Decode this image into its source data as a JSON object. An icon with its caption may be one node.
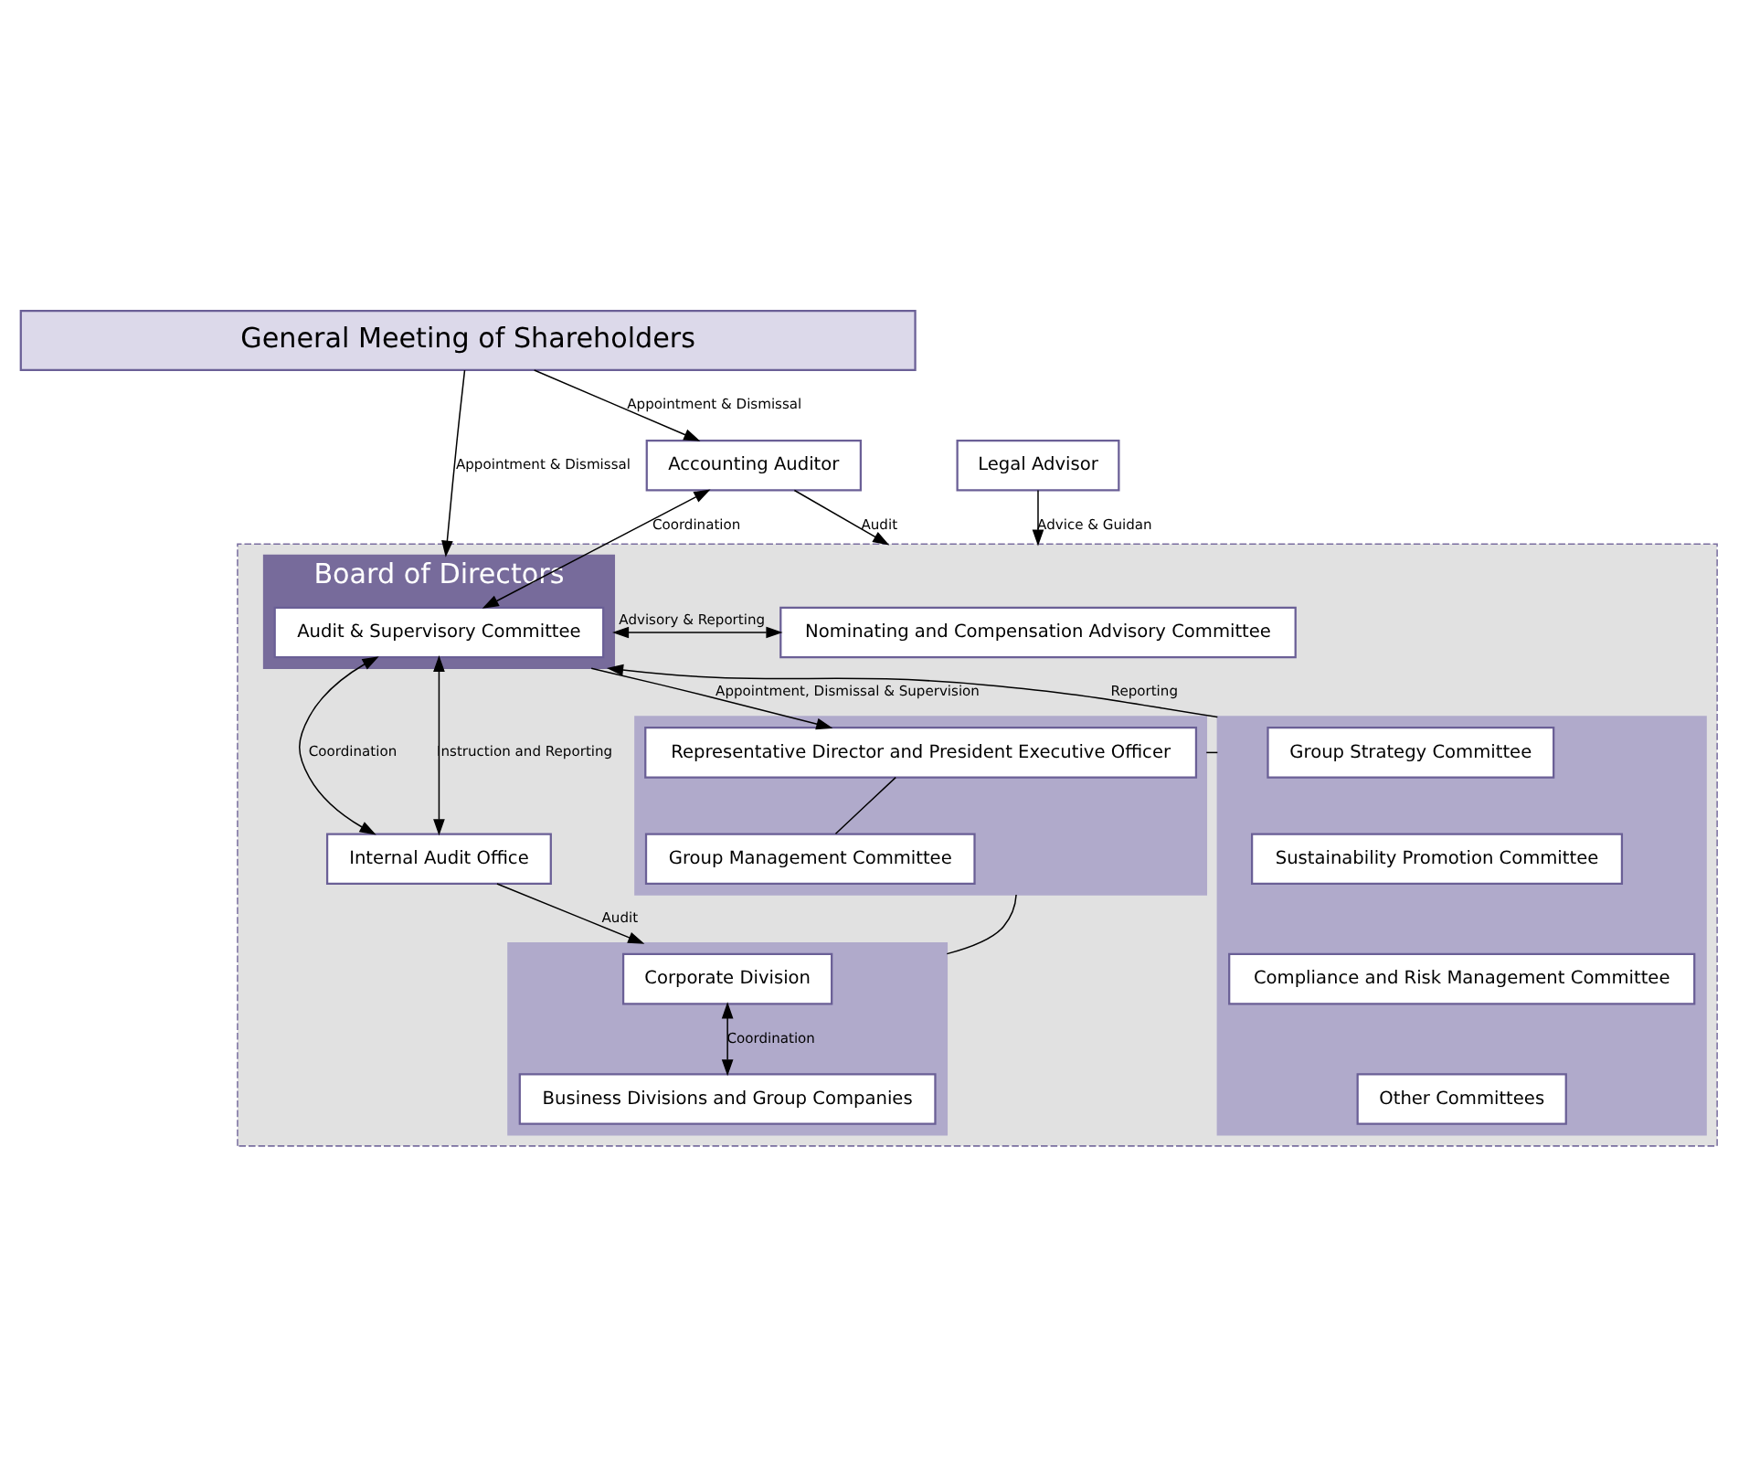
{
  "diagram": {
    "nodes": [
      {
        "text": [
          "General Meeting of Shareholders"
        ]
      },
      {
        "text": [
          "Accounting Auditor"
        ]
      },
      {
        "text": [
          "Legal Advisor"
        ]
      },
      {
        "text": [],
        "shape": "box"
      },
      {
        "text": [
          "Board of Directors"
        ],
        "in": 3
      },
      {
        "text": [
          "Audit & Supervisory Committee"
        ],
        "in": 4
      },
      {
        "text": [
          "Nominating and Compensation Advisory Committee"
        ],
        "in": 3
      },
      {
        "text": [],
        "shape": "box",
        "in": 3
      },
      {
        "text": [
          "Representative Director and President Executive Officer"
        ],
        "in": 7
      },
      {
        "text": [
          "Group Management Committee"
        ],
        "in": 7
      },
      {
        "text": [],
        "shape": "box",
        "in": 3
      },
      {
        "text": [
          "Group Strategy Committee"
        ],
        "in": 10
      },
      {
        "text": [
          "Sustainability Promotion Committee"
        ],
        "in": 10
      },
      {
        "text": [
          "Compliance and Risk Management Committee"
        ],
        "in": 10
      },
      {
        "text": [
          "Other Committees"
        ],
        "in": 10
      },
      {
        "text": [
          "Internal Audit Office"
        ],
        "in": 3
      },
      {
        "text": [],
        "shape": "box",
        "in": 3
      },
      {
        "text": [
          "Corporate Division"
        ],
        "in": 16
      },
      {
        "text": [
          "Business Divisions and Group Companies"
        ],
        "in": 16
      }
    ],
    "edges": [
      {
        "from": 0,
        "to": 1,
        "arrow": "to",
        "label": "Appointment & Dismissal"
      },
      {
        "from": 0,
        "to": 4,
        "arrow": "to",
        "label": "Appointment & Dismissal"
      },
      {
        "from": 1,
        "to": 3,
        "arrow": "to",
        "label": "Audit"
      },
      {
        "from": 1,
        "to": 5,
        "arrow": "both",
        "label": "Coordination"
      },
      {
        "from": 2,
        "to": 3,
        "arrow": "to",
        "label": "Advice & Guidan"
      },
      {
        "from": 4,
        "to": 6,
        "arrow": "both",
        "label": "Advisory & Reporting"
      },
      {
        "from": 10,
        "to": 4,
        "arrow": "to",
        "label": "Reporting"
      },
      {
        "from": 4,
        "to": 8,
        "arrow": "to",
        "label": "Appointment, Dismissal & Supervision"
      },
      {
        "from": 8,
        "to": 9,
        "arrow": "none"
      },
      {
        "from": 7,
        "to": 10,
        "arrow": "none"
      },
      {
        "from": 7,
        "to": 16,
        "arrow": "none"
      },
      {
        "from": 5,
        "to": 15,
        "arrow": "both",
        "label": "Coordination"
      },
      {
        "from": 5,
        "to": 15,
        "arrow": "both",
        "label": "Instruction and Reporting"
      },
      {
        "from": 15,
        "to": 16,
        "arrow": "to",
        "label": "Audit"
      },
      {
        "from": 17,
        "to": 18,
        "arrow": "both",
        "label": "Coordination"
      }
    ]
  }
}
